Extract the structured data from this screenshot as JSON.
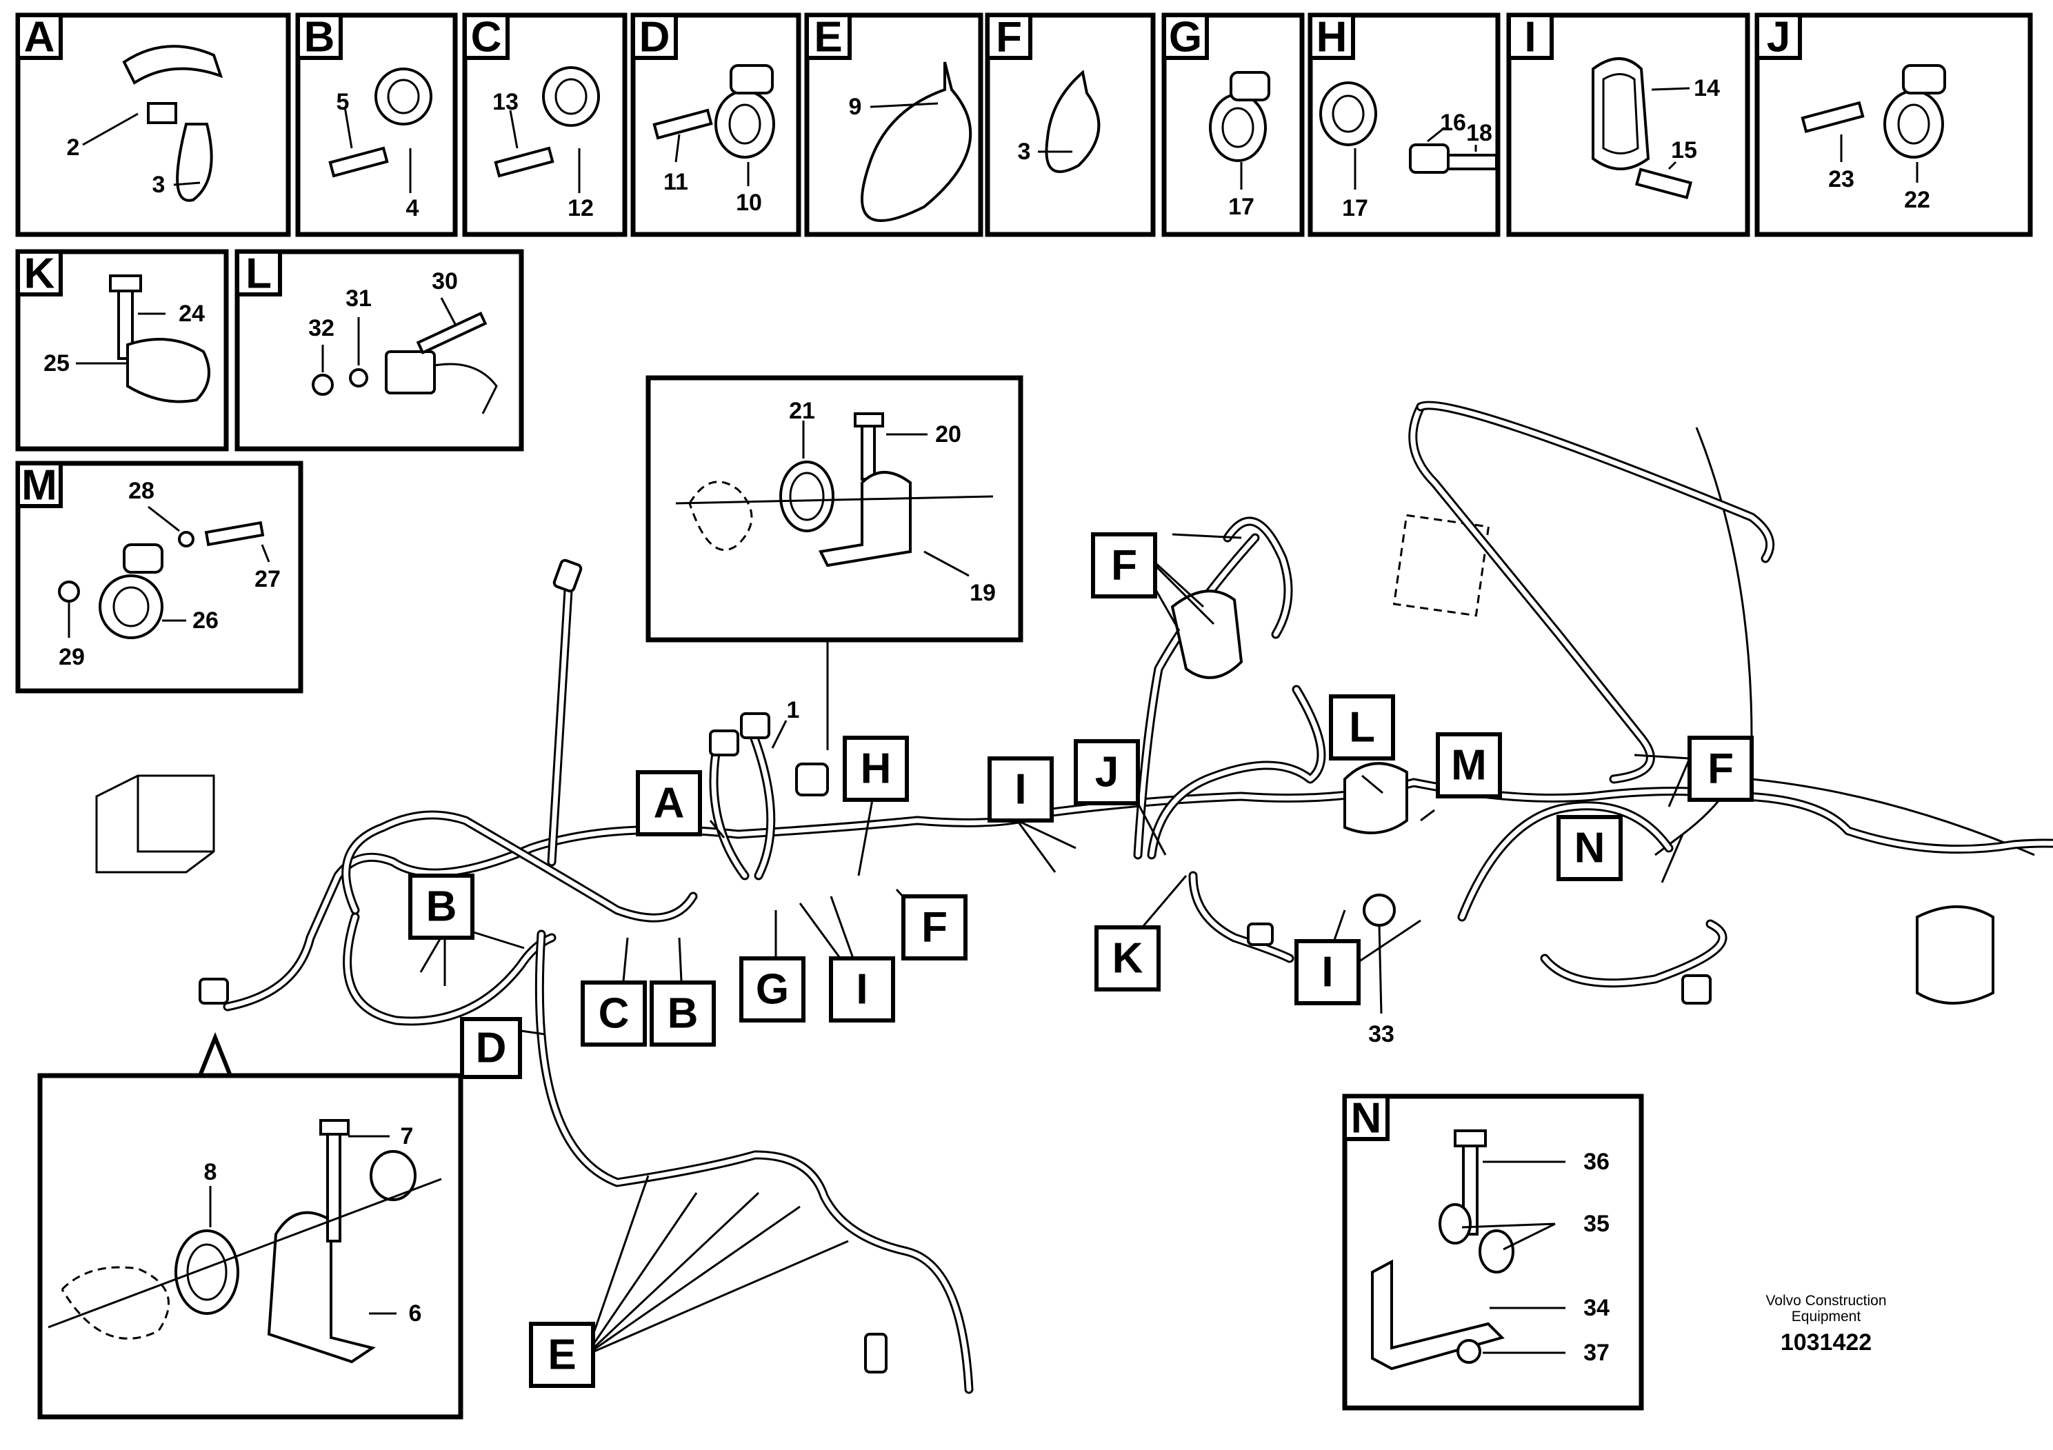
{
  "detail_panels": [
    {
      "letter": "A",
      "numbers": [
        "2",
        "3"
      ]
    },
    {
      "letter": "B",
      "numbers": [
        "5",
        "4"
      ]
    },
    {
      "letter": "C",
      "numbers": [
        "13",
        "12"
      ]
    },
    {
      "letter": "D",
      "numbers": [
        "11",
        "10"
      ]
    },
    {
      "letter": "E",
      "numbers": [
        "9"
      ]
    },
    {
      "letter": "F",
      "numbers": [
        "3"
      ]
    },
    {
      "letter": "G",
      "numbers": [
        "17"
      ]
    },
    {
      "letter": "H",
      "numbers": [
        "16",
        "18",
        "17"
      ]
    },
    {
      "letter": "I",
      "numbers": [
        "14",
        "15"
      ]
    },
    {
      "letter": "J",
      "numbers": [
        "23",
        "22"
      ]
    },
    {
      "letter": "K",
      "numbers": [
        "24",
        "25"
      ]
    },
    {
      "letter": "L",
      "numbers": [
        "31",
        "30",
        "32"
      ]
    },
    {
      "letter": "M",
      "numbers": [
        "28",
        "27",
        "26",
        "29"
      ]
    },
    {
      "letter": "N",
      "numbers": [
        "36",
        "35",
        "34",
        "37"
      ]
    }
  ],
  "inset_top": {
    "numbers": [
      "21",
      "20",
      "19"
    ]
  },
  "inset_bottom": {
    "numbers": [
      "7",
      "8",
      "6"
    ]
  },
  "main_tags": [
    "F",
    "H",
    "J",
    "I",
    "A",
    "B",
    "C",
    "B",
    "G",
    "I",
    "F",
    "K",
    "I",
    "L",
    "M",
    "N",
    "F",
    "D",
    "E"
  ],
  "main_numbers": {
    "harness": "1",
    "sensor": "33"
  },
  "footer": {
    "company": "Volvo Construction",
    "division": "Equipment",
    "drawing_number": "1031422"
  }
}
